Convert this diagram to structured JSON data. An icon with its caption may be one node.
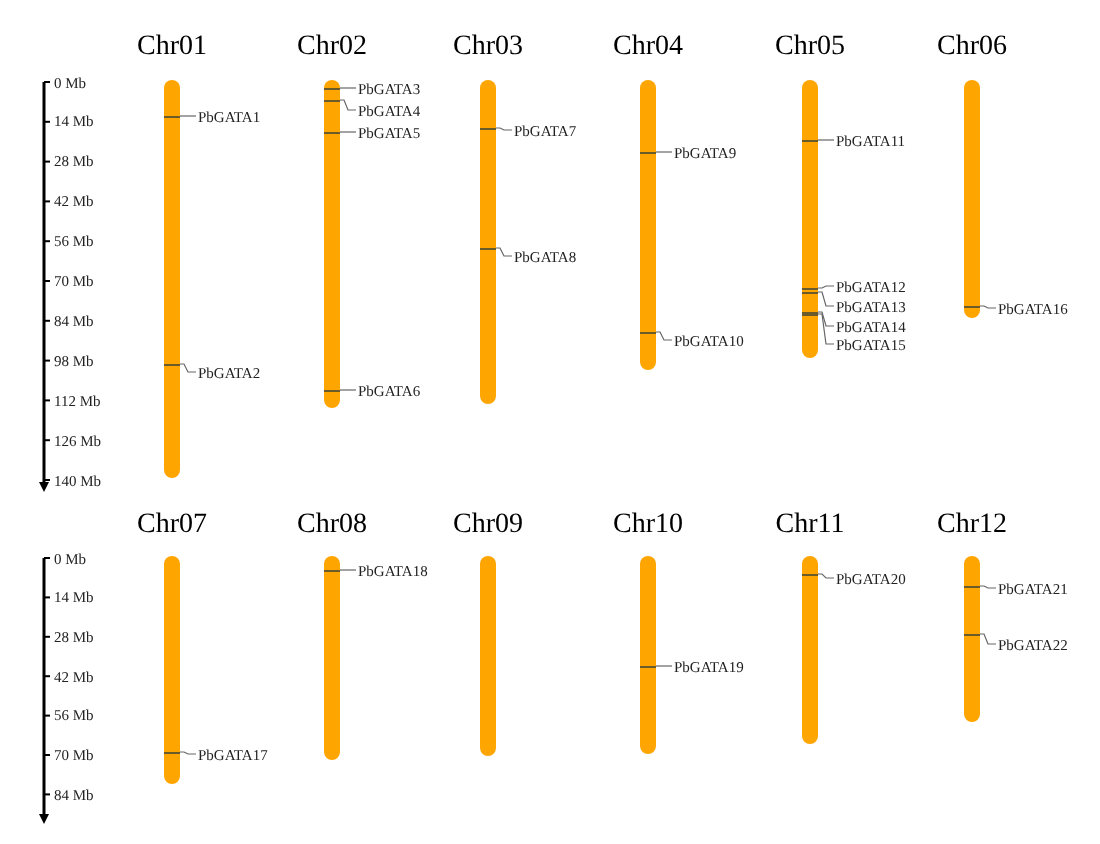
{
  "diagram": {
    "nodes": [
      {
        "text": [
          "Chr01"
        ]
      },
      {
        "text": [
          "Chr02"
        ]
      },
      {
        "text": [
          "Chr03"
        ]
      },
      {
        "text": [
          "Chr04"
        ]
      },
      {
        "text": [
          "Chr05"
        ]
      },
      {
        "text": [
          "Chr06"
        ]
      },
      {
        "text": [
          "Chr07"
        ]
      },
      {
        "text": [
          "Chr08"
        ]
      },
      {
        "text": [
          "Chr09"
        ]
      },
      {
        "text": [
          "Chr10"
        ]
      },
      {
        "text": [
          "Chr11"
        ]
      },
      {
        "text": [
          "Chr12"
        ]
      },
      {
        "text": [
          "PbGATA1"
        ]
      },
      {
        "text": [
          "PbGATA2"
        ]
      },
      {
        "text": [
          "PbGATA3"
        ]
      },
      {
        "text": [
          "PbGATA4"
        ]
      },
      {
        "text": [
          "PbGATA5"
        ]
      },
      {
        "text": [
          "PbGATA6"
        ]
      },
      {
        "text": [
          "PbGATA7"
        ]
      },
      {
        "text": [
          "PbGATA8"
        ]
      },
      {
        "text": [
          "PbGATA9"
        ]
      },
      {
        "text": [
          "PbGATA10"
        ]
      },
      {
        "text": [
          "PbGATA11"
        ]
      },
      {
        "text": [
          "PbGATA12"
        ]
      },
      {
        "text": [
          "PbGATA13"
        ]
      },
      {
        "text": [
          "PbGATA14"
        ]
      },
      {
        "text": [
          "PbGATA15"
        ]
      },
      {
        "text": [
          "PbGATA16"
        ]
      },
      {
        "text": [
          "PbGATA17"
        ]
      },
      {
        "text": [
          "PbGATA18"
        ]
      },
      {
        "text": [
          "PbGATA19"
        ]
      },
      {
        "text": [
          "PbGATA20"
        ]
      },
      {
        "text": [
          "PbGATA21"
        ]
      },
      {
        "text": [
          "PbGATA22"
        ]
      }
    ],
    "edges": [
      {
        "from": 12,
        "to": 0,
        "arrow": "none"
      },
      {
        "from": 13,
        "to": 0,
        "arrow": "none"
      },
      {
        "from": 14,
        "to": 1,
        "arrow": "none"
      },
      {
        "from": 15,
        "to": 1,
        "arrow": "none"
      },
      {
        "from": 16,
        "to": 1,
        "arrow": "none"
      },
      {
        "from": 17,
        "to": 1,
        "arrow": "none"
      },
      {
        "from": 18,
        "to": 2,
        "arrow": "none"
      },
      {
        "from": 19,
        "to": 2,
        "arrow": "none"
      },
      {
        "from": 20,
        "to": 3,
        "arrow": "none"
      },
      {
        "from": 21,
        "to": 3,
        "arrow": "none"
      },
      {
        "from": 22,
        "to": 4,
        "arrow": "none"
      },
      {
        "from": 23,
        "to": 4,
        "arrow": "none"
      },
      {
        "from": 24,
        "to": 4,
        "arrow": "none"
      },
      {
        "from": 25,
        "to": 4,
        "arrow": "none"
      },
      {
        "from": 26,
        "to": 4,
        "arrow": "none"
      },
      {
        "from": 27,
        "to": 5,
        "arrow": "none"
      },
      {
        "from": 28,
        "to": 6,
        "arrow": "none"
      },
      {
        "from": 29,
        "to": 7,
        "arrow": "none"
      },
      {
        "from": 30,
        "to": 9,
        "arrow": "none"
      },
      {
        "from": 31,
        "to": 10,
        "arrow": "none"
      },
      {
        "from": 32,
        "to": 11,
        "arrow": "none"
      },
      {
        "from": 33,
        "to": 11,
        "arrow": "none"
      }
    ],
    "labels": [
      "0 Mb",
      "14 Mb",
      "28 Mb",
      "42 Mb",
      "56 Mb",
      "70 Mb",
      "84 Mb",
      "98 Mb",
      "112 Mb",
      "126 Mb",
      "140 Mb",
      "0 Mb",
      "14 Mb",
      "28 Mb",
      "42 Mb",
      "56 Mb",
      "70 Mb",
      "84 Mb"
    ]
  }
}
